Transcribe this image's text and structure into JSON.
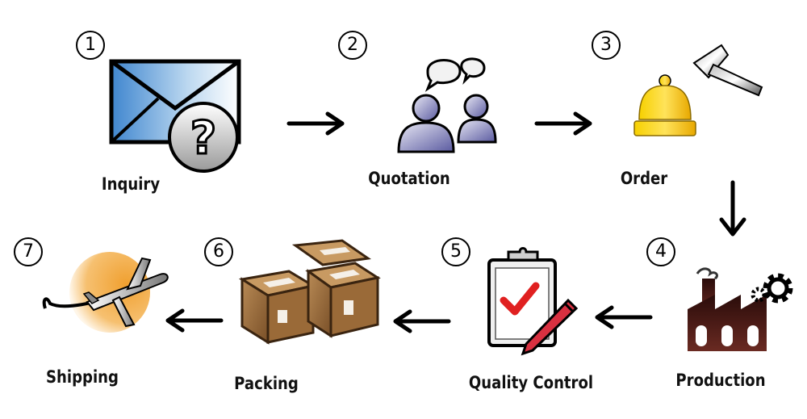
{
  "steps": [
    {
      "number": "1",
      "label": "Inquiry",
      "icon": "envelope-question-icon"
    },
    {
      "number": "2",
      "label": "Quotation",
      "icon": "people-chat-icon"
    },
    {
      "number": "3",
      "label": "Order",
      "icon": "bell-hammer-icon"
    },
    {
      "number": "4",
      "label": "Production",
      "icon": "factory-gear-icon"
    },
    {
      "number": "5",
      "label": "Quality Control",
      "icon": "clipboard-check-icon"
    },
    {
      "number": "6",
      "label": "Packing",
      "icon": "boxes-icon"
    },
    {
      "number": "7",
      "label": "Shipping",
      "icon": "airplane-globe-icon"
    }
  ],
  "colors": {
    "envelope": "#4a8fd0",
    "people": "#6a6aa8",
    "bell": "#f2c200",
    "factory": "#5a1f1a",
    "checkmark": "#e02020",
    "pencil": "#d83040",
    "box": "#a0703c",
    "globe": "#f0a030"
  }
}
